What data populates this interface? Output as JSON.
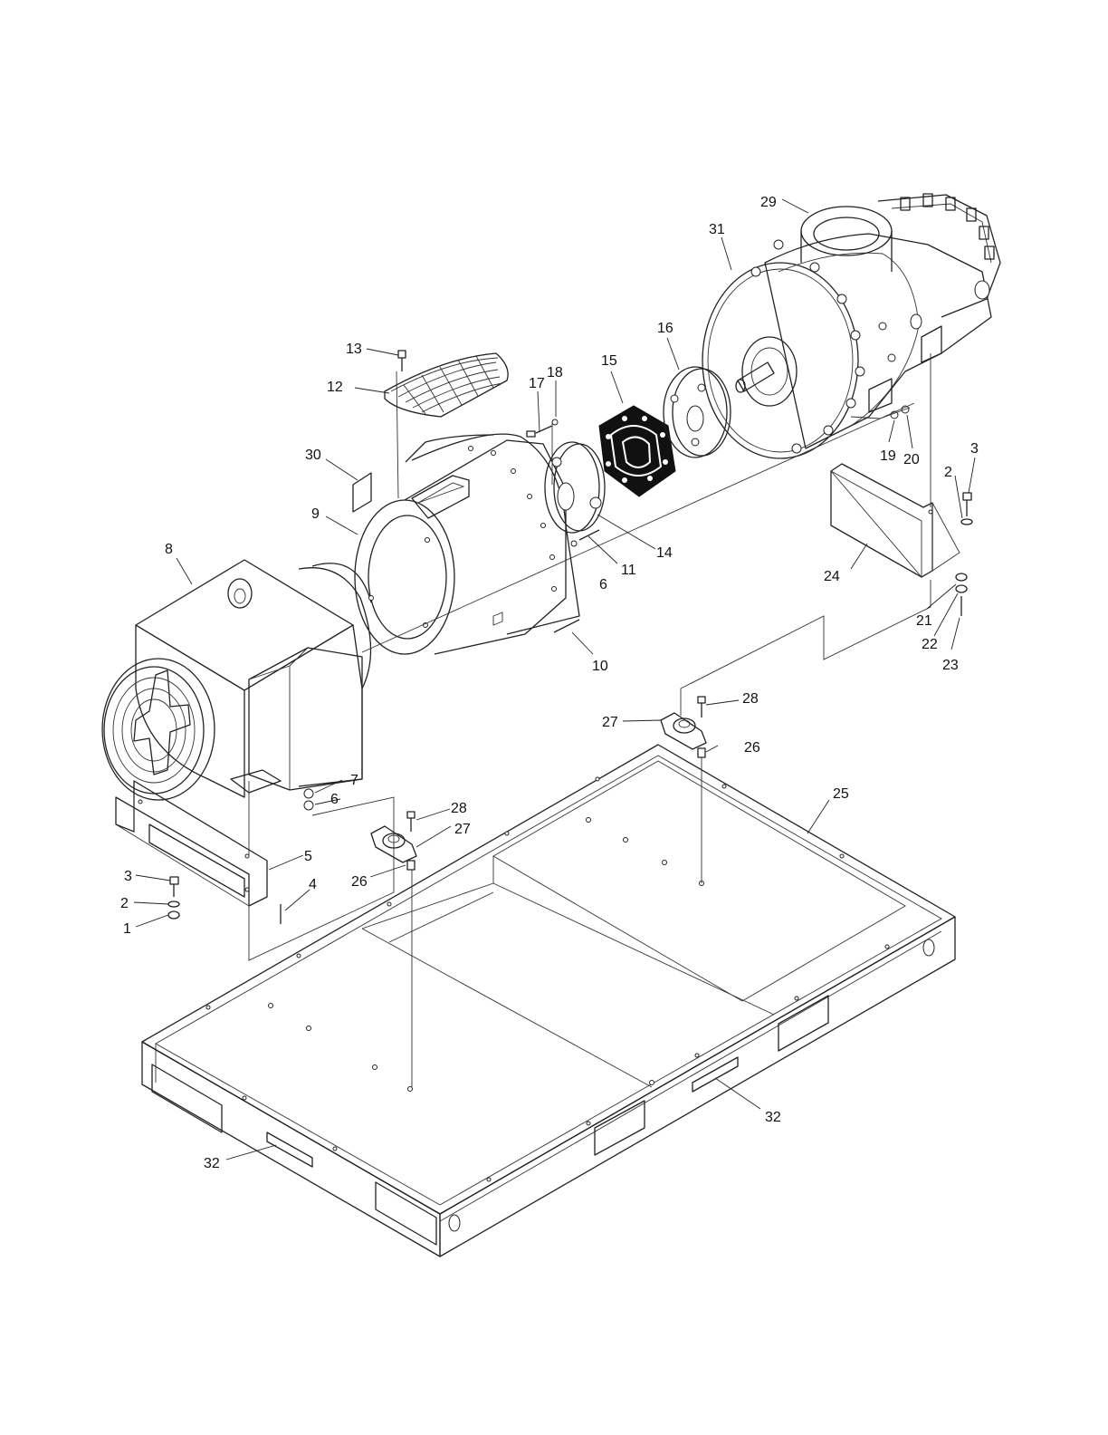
{
  "callouts": [
    {
      "id": "c1",
      "text": "1"
    },
    {
      "id": "c2a",
      "text": "2"
    },
    {
      "id": "c2b",
      "text": "2"
    },
    {
      "id": "c3a",
      "text": "3"
    },
    {
      "id": "c3b",
      "text": "3"
    },
    {
      "id": "c4",
      "text": "4"
    },
    {
      "id": "c5",
      "text": "5"
    },
    {
      "id": "c6a",
      "text": "6"
    },
    {
      "id": "c6b",
      "text": "6"
    },
    {
      "id": "c7",
      "text": "7"
    },
    {
      "id": "c8",
      "text": "8"
    },
    {
      "id": "c9",
      "text": "9"
    },
    {
      "id": "c10",
      "text": "10"
    },
    {
      "id": "c11",
      "text": "11"
    },
    {
      "id": "c12",
      "text": "12"
    },
    {
      "id": "c13",
      "text": "13"
    },
    {
      "id": "c14",
      "text": "14"
    },
    {
      "id": "c15",
      "text": "15"
    },
    {
      "id": "c16",
      "text": "16"
    },
    {
      "id": "c17",
      "text": "17"
    },
    {
      "id": "c18",
      "text": "18"
    },
    {
      "id": "c19",
      "text": "19"
    },
    {
      "id": "c20",
      "text": "20"
    },
    {
      "id": "c21",
      "text": "21"
    },
    {
      "id": "c22",
      "text": "22"
    },
    {
      "id": "c23",
      "text": "23"
    },
    {
      "id": "c24",
      "text": "24"
    },
    {
      "id": "c25",
      "text": "25"
    },
    {
      "id": "c26a",
      "text": "26"
    },
    {
      "id": "c26b",
      "text": "26"
    },
    {
      "id": "c27a",
      "text": "27"
    },
    {
      "id": "c27b",
      "text": "27"
    },
    {
      "id": "c28a",
      "text": "28"
    },
    {
      "id": "c28b",
      "text": "28"
    },
    {
      "id": "c29",
      "text": "29"
    },
    {
      "id": "c30",
      "text": "30"
    },
    {
      "id": "c31",
      "text": "31"
    },
    {
      "id": "c32a",
      "text": "32"
    },
    {
      "id": "c32b",
      "text": "32"
    }
  ]
}
